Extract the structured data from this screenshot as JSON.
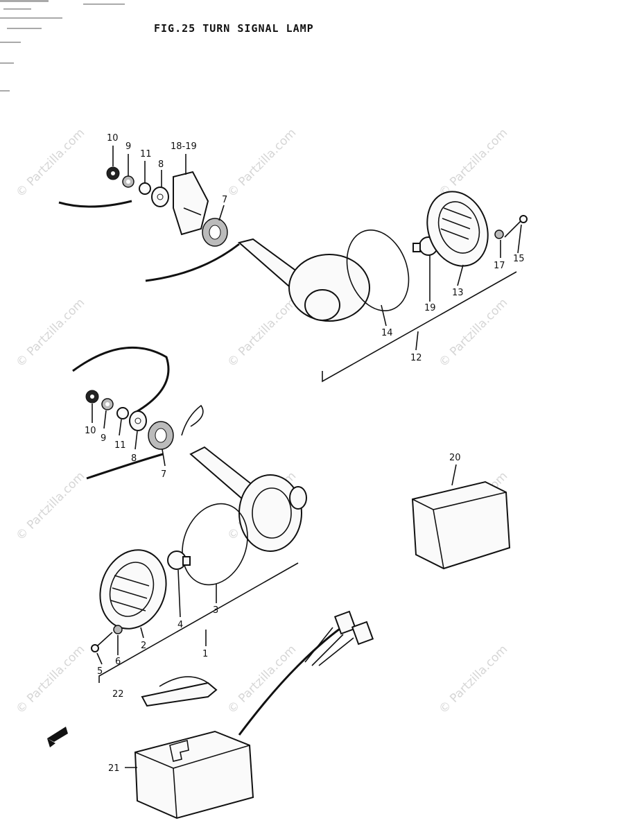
{
  "figure": {
    "title": "FIG.25  TURN SIGNAL LAMP"
  },
  "watermark": {
    "text": "© Partzilla.com"
  },
  "callouts": {
    "top": {
      "c10": "10",
      "c9": "9",
      "c11": "11",
      "c8": "8",
      "c18_19": "18-19",
      "c7": "7",
      "c14": "14",
      "c19": "19",
      "c13": "13",
      "c17": "17",
      "c15": "15",
      "c12": "12"
    },
    "bottom": {
      "c10": "10",
      "c9": "9",
      "c11": "11",
      "c8": "8",
      "c7": "7",
      "c3": "3",
      "c4": "4",
      "c2": "2",
      "c6": "6",
      "c5": "5",
      "c1": "1"
    },
    "other": {
      "c20": "20",
      "c22": "22",
      "c21": "21"
    }
  }
}
